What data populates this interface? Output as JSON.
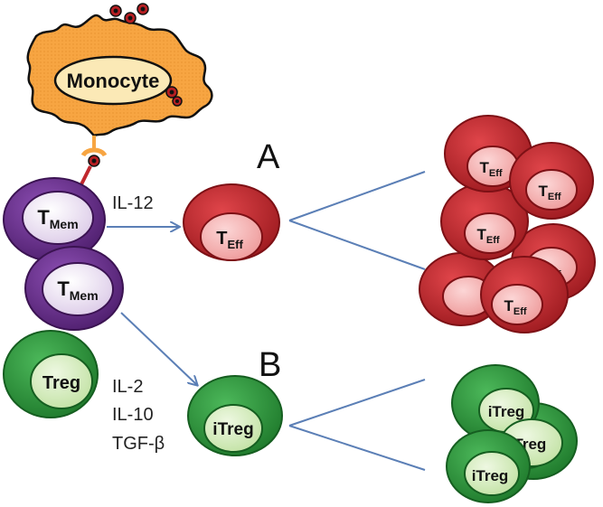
{
  "monocyte": {
    "label": "Monocyte"
  },
  "cells": {
    "tmem_main": "T",
    "tmem_sub": "Mem",
    "treg": "Treg",
    "teff_main": "T",
    "teff_sub": "Eff",
    "itreg": "iTreg"
  },
  "pathway_a": {
    "letter": "A",
    "cytokine": "IL-12"
  },
  "pathway_b": {
    "letter": "B",
    "cytokines": [
      "IL-2",
      "IL-10",
      "TGF-β"
    ]
  },
  "colors": {
    "teff_outer": "#c0282e",
    "teff_inner": "#f3a9a9",
    "treg_outer": "#2f9a3d",
    "treg_inner": "#cfe9b4",
    "tmem_outer": "#6a2f8e",
    "tmem_inner": "#ece3f2",
    "monocyte": "#f7a542",
    "arrow": "#5b7fb6"
  },
  "icons": [
    "antigen-icon",
    "receptor-icon"
  ]
}
